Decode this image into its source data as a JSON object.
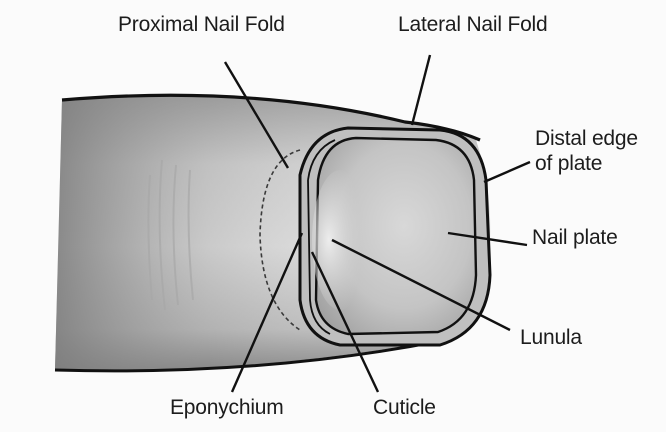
{
  "diagram": {
    "labels": {
      "proximal_nail_fold": "Proximal Nail Fold",
      "lateral_nail_fold": "Lateral Nail Fold",
      "distal_edge_line1": "Distal edge",
      "distal_edge_line2": "of plate",
      "nail_plate": "Nail plate",
      "lunula": "Lunula",
      "eponychium": "Eponychium",
      "cuticle": "Cuticle"
    },
    "colors": {
      "background": "#fbfbfb",
      "outline": "#111111",
      "skin_dark": "#8a8a8a",
      "skin_light": "#e6e6e6",
      "plate": "#c9c9c9",
      "text": "#1c1c1c"
    }
  }
}
